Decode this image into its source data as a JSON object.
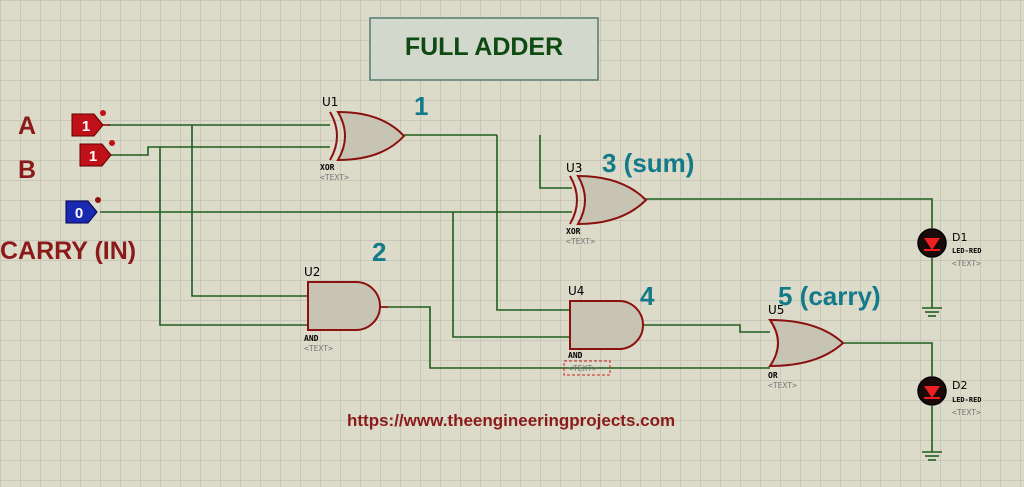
{
  "title": "FULL ADDER",
  "website": "https://www.theengineeringprojects.com",
  "colors": {
    "background": "#dcdbc9",
    "grid": "#b6b6a8",
    "wire": "#1f5e1f",
    "gate_fill": "#c8c4b4",
    "gate_outline": "#8b1010",
    "input_high": "#c0101a",
    "input_low": "#1a2ab0",
    "label_text": "#8b1a1a",
    "step_number": "#137a8a",
    "title_box": "#d2d8cc"
  },
  "inputs": [
    {
      "label": "A",
      "state": "1"
    },
    {
      "label": "B",
      "state": "1"
    },
    {
      "label": "CARRY (IN)",
      "state": "0"
    }
  ],
  "gates": [
    {
      "ref": "U1",
      "type": "XOR",
      "text": "<TEXT>",
      "step": "1"
    },
    {
      "ref": "U2",
      "type": "AND",
      "text": "<TEXT>",
      "step": "2"
    },
    {
      "ref": "U3",
      "type": "XOR",
      "text": "<TEXT>",
      "step": "3 (sum)"
    },
    {
      "ref": "U4",
      "type": "AND",
      "text": "<TEXT>",
      "step": "4"
    },
    {
      "ref": "U5",
      "type": "OR",
      "text": "<TEXT>",
      "step": "5 (carry)"
    }
  ],
  "outputs": [
    {
      "ref": "D1",
      "type": "LED-RED",
      "text": "<TEXT>"
    },
    {
      "ref": "D2",
      "type": "LED-RED",
      "text": "<TEXT>"
    }
  ]
}
